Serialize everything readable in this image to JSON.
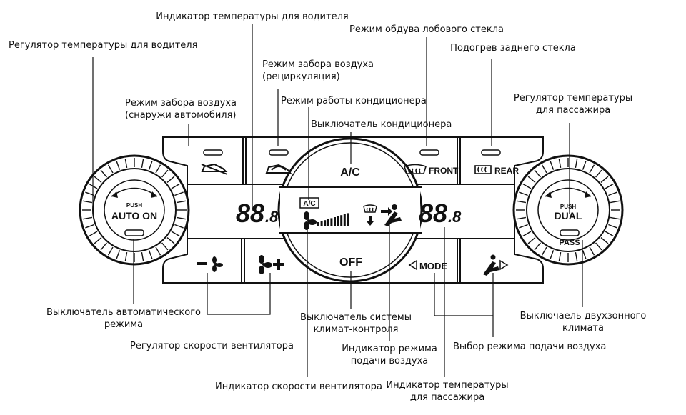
{
  "panel": {
    "left_knob": {
      "push": "PUSH",
      "label": "AUTO ON"
    },
    "right_knob": {
      "push": "PUSH",
      "label": "DUAL",
      "sub": "PASS"
    },
    "buttons": {
      "ac": "A/C",
      "off": "OFF",
      "front": "FRONT",
      "rear": "REAR",
      "mode": "MODE"
    },
    "display": {
      "driver_temp": "88",
      "driver_temp_small": ".8",
      "pass_temp": "88",
      "pass_temp_small": ".8",
      "ac_tag": "A/C"
    }
  },
  "callouts": {
    "driver_temp_indicator": "Индикатор температуры для водителя",
    "driver_temp_regulator": "Регулятор температуры для водителя",
    "windshield_mode": "Режим обдува лобового стекла",
    "rear_heater": "Подогрев заднего стекла",
    "recirc": [
      "Режим забора воздуха",
      "(рециркуляция)"
    ],
    "outside_air": [
      "Режим забора воздуха",
      "(снаружи автомобиля)"
    ],
    "ac_mode": "Режим работы кондиционера",
    "ac_switch": "Выключатель кондиционера",
    "pass_temp_regulator": [
      "Регулятор температуры",
      "для пассажира"
    ],
    "auto_switch": [
      "Выключатель автоматического",
      "режима"
    ],
    "climate_off": [
      "Выключатель системы",
      "климат-контроля"
    ],
    "dual_switch": [
      "Выключаель двухзонного",
      "климата"
    ],
    "fan_regulator": "Регулятор скорости вентилятора",
    "mode_indicator": [
      "Индикатор режима",
      "подачи воздуха"
    ],
    "mode_select": "Выбор режима подачи воздуха",
    "fan_indicator": "Индикатор скорости вентилятора",
    "pass_temp_indicator": [
      "Индикатор температуры",
      "для пассажира"
    ]
  }
}
